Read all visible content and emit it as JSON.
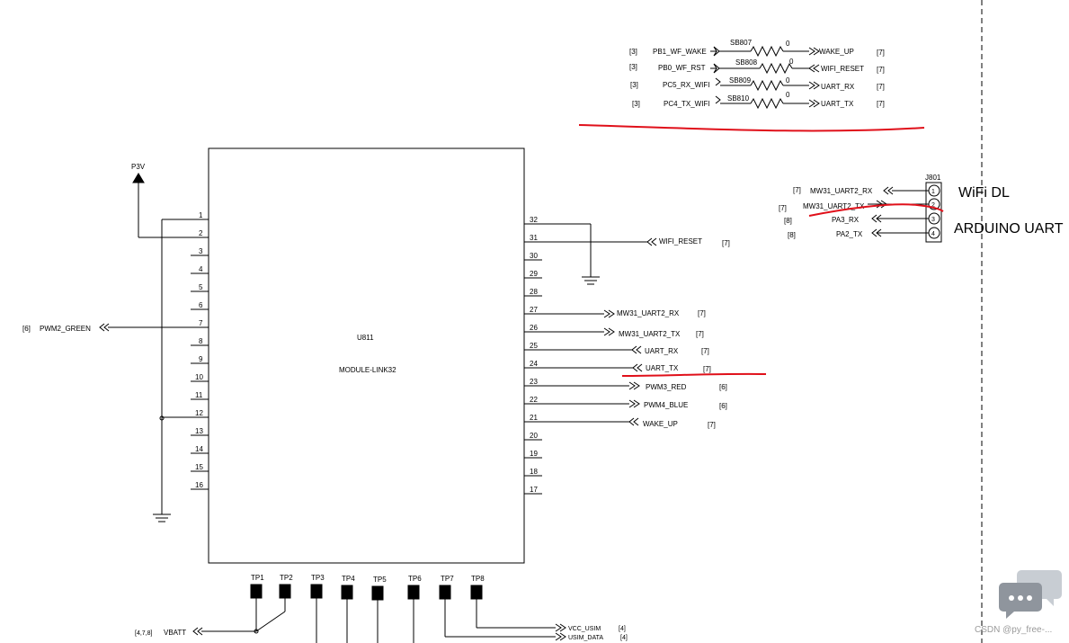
{
  "power": {
    "label": "P3V"
  },
  "chip": {
    "ref": "U811",
    "name": "MODULE-LINK32"
  },
  "left_pins": [
    "1",
    "2",
    "3",
    "4",
    "5",
    "6",
    "7",
    "8",
    "9",
    "10",
    "11",
    "12",
    "13",
    "14",
    "15",
    "16"
  ],
  "right_pins": [
    "32",
    "31",
    "30",
    "29",
    "28",
    "27",
    "26",
    "25",
    "24",
    "23",
    "22",
    "21",
    "20",
    "19",
    "18",
    "17"
  ],
  "left_net": {
    "ref": "[6]",
    "name": "PWM2_GREEN"
  },
  "right_nets": [
    {
      "pin": "31",
      "name": "WIFI_RESET",
      "ref": "[7]"
    },
    {
      "pin": "27",
      "name": "MW31_UART2_RX",
      "ref": "[7]"
    },
    {
      "pin": "26",
      "name": "MW31_UART2_TX",
      "ref": "[7]"
    },
    {
      "pin": "25",
      "name": "UART_RX",
      "ref": "[7]"
    },
    {
      "pin": "24",
      "name": "UART_TX",
      "ref": "[7]"
    },
    {
      "pin": "23",
      "name": "PWM3_RED",
      "ref": "[6]"
    },
    {
      "pin": "22",
      "name": "PWM4_BLUE",
      "ref": "[6]"
    },
    {
      "pin": "21",
      "name": "WAKE_UP",
      "ref": "[7]"
    }
  ],
  "jumpers": [
    {
      "ref": "SB807",
      "value": "0",
      "left_ref": "[3]",
      "left_net": "PB1_WF_WAKE",
      "right_net": "WAKE_UP",
      "right_ref": "[7]"
    },
    {
      "ref": "SB808",
      "value": "0",
      "left_ref": "[3]",
      "left_net": "PB0_WF_RST",
      "right_net": "WIFI_RESET",
      "right_ref": "[7]"
    },
    {
      "ref": "SB809",
      "value": "0",
      "left_ref": "[3]",
      "left_net": "PC5_RX_WIFI",
      "right_net": "UART_RX",
      "right_ref": "[7]"
    },
    {
      "ref": "SB810",
      "value": "0",
      "left_ref": "[3]",
      "left_net": "PC4_TX_WIFI",
      "right_net": "UART_TX",
      "right_ref": "[7]"
    }
  ],
  "connector": {
    "ref": "J801",
    "pins": [
      {
        "num": "1",
        "ref": "[7]",
        "net": "MW31_UART2_RX"
      },
      {
        "num": "2",
        "ref": "[7]",
        "net": "MW31_UART2_TX"
      },
      {
        "num": "3",
        "ref": "[8]",
        "net": "PA3_RX"
      },
      {
        "num": "4",
        "ref": "[8]",
        "net": "PA2_TX"
      }
    ]
  },
  "annotations": {
    "wifi": "WiFi DL",
    "arduino": "ARDUINO UART"
  },
  "test_points": [
    "TP1",
    "TP2",
    "TP3",
    "TP4",
    "TP5",
    "TP6",
    "TP7",
    "TP8"
  ],
  "bottom_nets": [
    {
      "ref": "[4,7,8]",
      "name": "VBATT"
    },
    {
      "name": "VCC_USIM",
      "ref": "[4]"
    },
    {
      "name": "USIM_DATA",
      "ref": "[4]"
    }
  ],
  "watermark": "CSDN @py_free-...",
  "colors": {
    "markup": "#e0101a",
    "line": "#000000",
    "watermark": "#9a9a9a"
  }
}
